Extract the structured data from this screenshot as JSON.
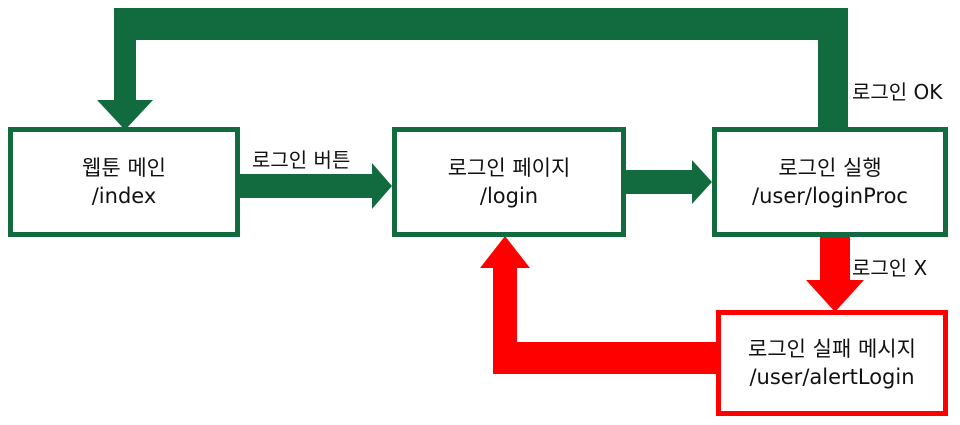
{
  "colors": {
    "success": "#116b3f",
    "failure": "#ff0000"
  },
  "nodes": {
    "webtoon_main": {
      "title": "웹툰 메인",
      "path": "/index"
    },
    "login_page": {
      "title": "로그인 페이지",
      "path": "/login"
    },
    "login_exec": {
      "title": "로그인 실행",
      "path": "/user/loginProc"
    },
    "login_fail": {
      "title": "로그인 실패 메시지",
      "path": "/user/alertLogin"
    }
  },
  "edges": {
    "login_button": "로그인 버튼",
    "login_ok": "로그인 OK",
    "login_x": "로그인 X"
  }
}
